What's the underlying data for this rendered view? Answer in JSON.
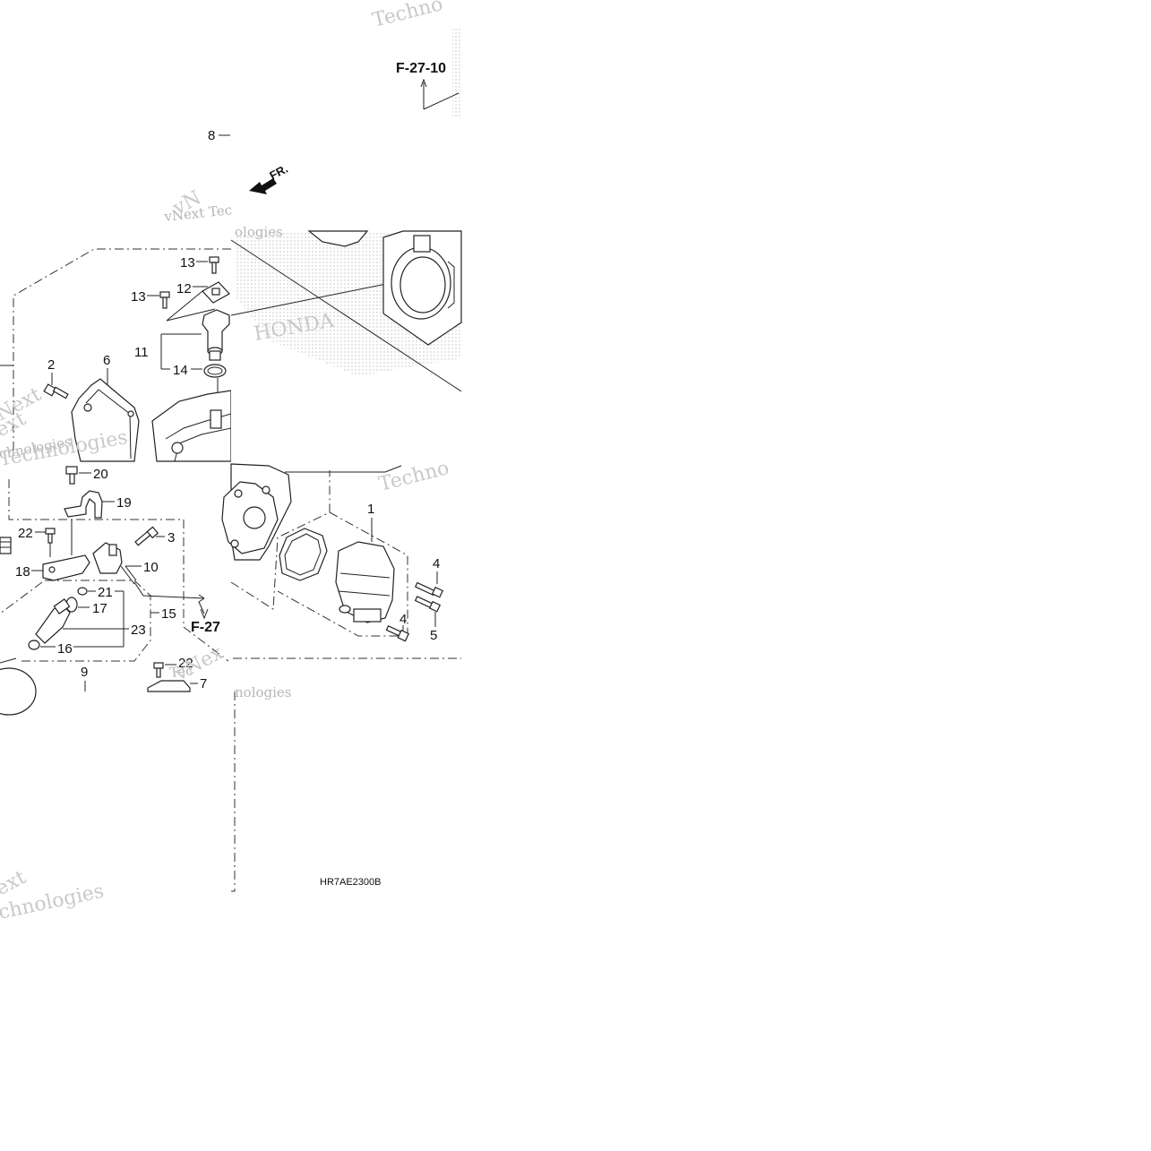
{
  "diagram": {
    "ref_top": "F-27-10",
    "ref_bottom": "F-27",
    "direction": "FR.",
    "drawing_code": "HR7AE2300B",
    "callouts": [
      "8",
      "13",
      "12",
      "13",
      "11",
      "14",
      "2",
      "6",
      "20",
      "19",
      "22",
      "3",
      "18",
      "10",
      "21",
      "17",
      "15",
      "23",
      "16",
      "9",
      "22",
      "7",
      "1",
      "4",
      "5",
      "4"
    ],
    "watermarks": [
      "Techno",
      "vNext Tec",
      "chnologies",
      "Next",
      "Technologies",
      "Techno",
      "vNex",
      "Tec",
      "nologies",
      "ext",
      "chnologies"
    ]
  }
}
